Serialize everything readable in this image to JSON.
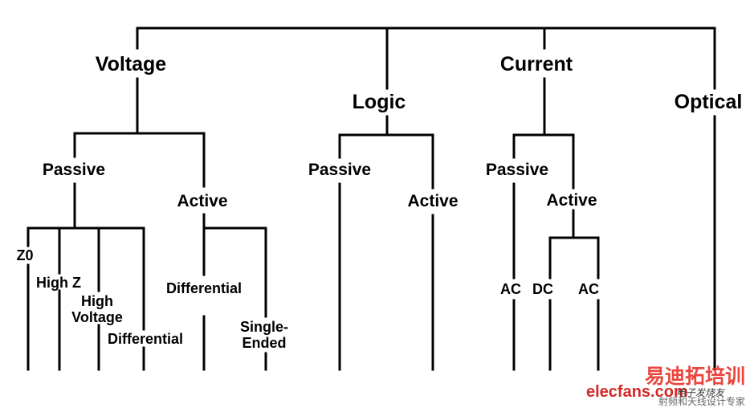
{
  "categories": {
    "voltage": "Voltage",
    "logic": "Logic",
    "current": "Current",
    "optical": "Optical"
  },
  "voltage": {
    "passive": "Passive",
    "active": "Active",
    "passive_children": [
      "Z0",
      "High Z",
      "High",
      "Voltage",
      "Differential"
    ],
    "active_children": [
      "Differential",
      "Single-",
      "Ended"
    ]
  },
  "logic": {
    "passive": "Passive",
    "active": "Active"
  },
  "current": {
    "passive": "Passive",
    "active": "Active",
    "passive_children": [
      "AC"
    ],
    "active_children": [
      "DC",
      "AC"
    ]
  },
  "watermark": {
    "brand_cn": "易迪拓培训",
    "site": "elecfans.com",
    "tagline_cn": "电子发烧友",
    "subtitle_cn": "射频和天线设计专家"
  },
  "colors": {
    "lines": "#000000",
    "watermark_red": "#e8322a"
  }
}
